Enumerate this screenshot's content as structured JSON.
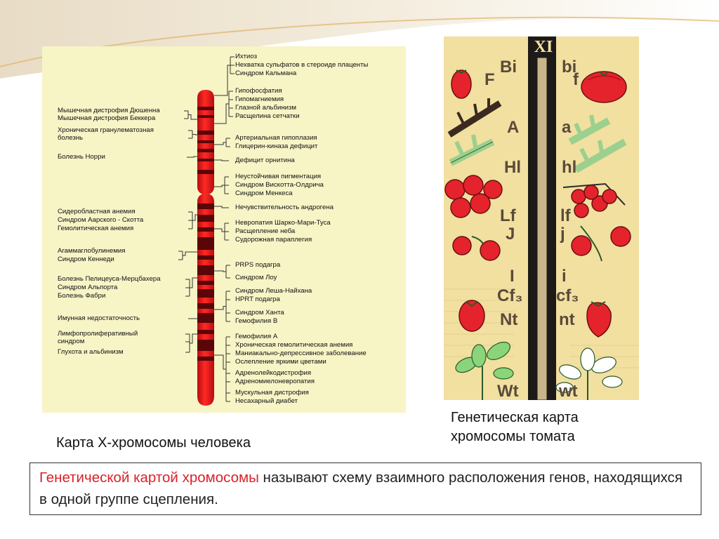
{
  "colors": {
    "accent_red": "#d8232a",
    "chromosome_red": "#e5121b",
    "map_bg": "#f7f4c6",
    "tomato_bg": "#f1e0a0"
  },
  "x_map": {
    "left_labels": [
      "Мышечная дистрофия Дюшенна",
      "Мышечная дистрофия Беккера",
      "Хроническая гранулематозная",
      "болезнь",
      "Болезнь Норри",
      "Сидеробластная анемия",
      "Синдром Аарского - Скотта",
      "Гемолитическая анемия",
      "Агаммаглобулинемия",
      "Синдром Кеннеди",
      "Болезнь Пелицеуса-Мерцбахера",
      "Синдром Альпорта",
      "Болезнь Фабри",
      "Имунная недостаточность",
      "Лимфопролиферативный",
      "синдром",
      "Глухота и альбинизм"
    ],
    "right_labels": [
      "Ихтиоз",
      "Нехватка сульфатов в стероиде плаценты",
      "Синдром Кальмана",
      "Гипофосфатия",
      "Гипомагниемия",
      "Глазной альбинизм",
      "Расщелина сетчатки",
      "Артериальная гипоплазия",
      "Глицерин-киназа дефицит",
      "Дефицит орнитина",
      "Неустойчивая пигментация",
      "Синдром Вискотта-Олдрича",
      "Синдром Менкеса",
      "Нечувствительность андрогена",
      "Невропатия Шарко-Мари-Туса",
      "Расщепление неба",
      "Судорожная параплегия",
      "PRPS подагра",
      "Синдром Лоу",
      "Синдром Леша-Найхана",
      "HPRT подагра",
      "Синдром Ханта",
      "Гемофилия B",
      "Гемофилия A",
      "Хроническая гемолитическая анемия",
      "Маниакально-депрессивное заболевание",
      "Ослепление яркими цветами",
      "Адренолейкодистрофия",
      "Адреномиелоневропатия",
      "Мускульная дистрофия",
      "Несахарный диабет"
    ]
  },
  "tomato_map": {
    "chromosome_number": "XI",
    "left_alleles": [
      "Bi",
      "F",
      "A",
      "Hl",
      "Lf",
      "J",
      "I",
      "Cf₃",
      "Nt",
      "Wt"
    ],
    "right_alleles": [
      "bi",
      "f",
      "a",
      "hl",
      "lf",
      "j",
      "i",
      "cf₃",
      "nt",
      "wt"
    ]
  },
  "captions": {
    "x_map": "Карта Х-хромосомы человека",
    "tomato_line1": "Генетическая карта",
    "tomato_line2": "хромосомы томата"
  },
  "definition": {
    "term": "Генетической картой хромосомы",
    "rest": " называют схему взаимного расположения генов, находящихся в одной группе сцепления."
  }
}
